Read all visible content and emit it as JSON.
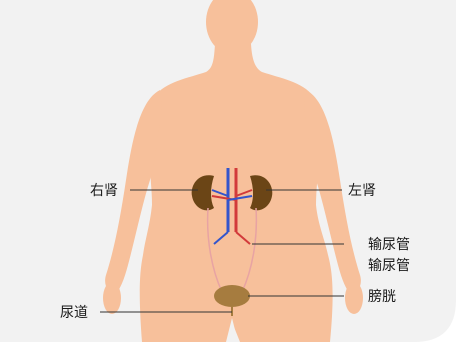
{
  "labels": {
    "right_kidney": "右肾",
    "left_kidney": "左肾",
    "ureter_1": "输尿管",
    "ureter_2": "输尿管",
    "bladder": "膀胱",
    "urethra": "尿道"
  },
  "colors": {
    "background_panel": "#f2f2f2",
    "skin": "#f7c09b",
    "kidney": "#6b4516",
    "bladder": "#a67c3f",
    "vein": "#3355cc",
    "artery": "#d23a3a",
    "leader_line": "#333333"
  }
}
